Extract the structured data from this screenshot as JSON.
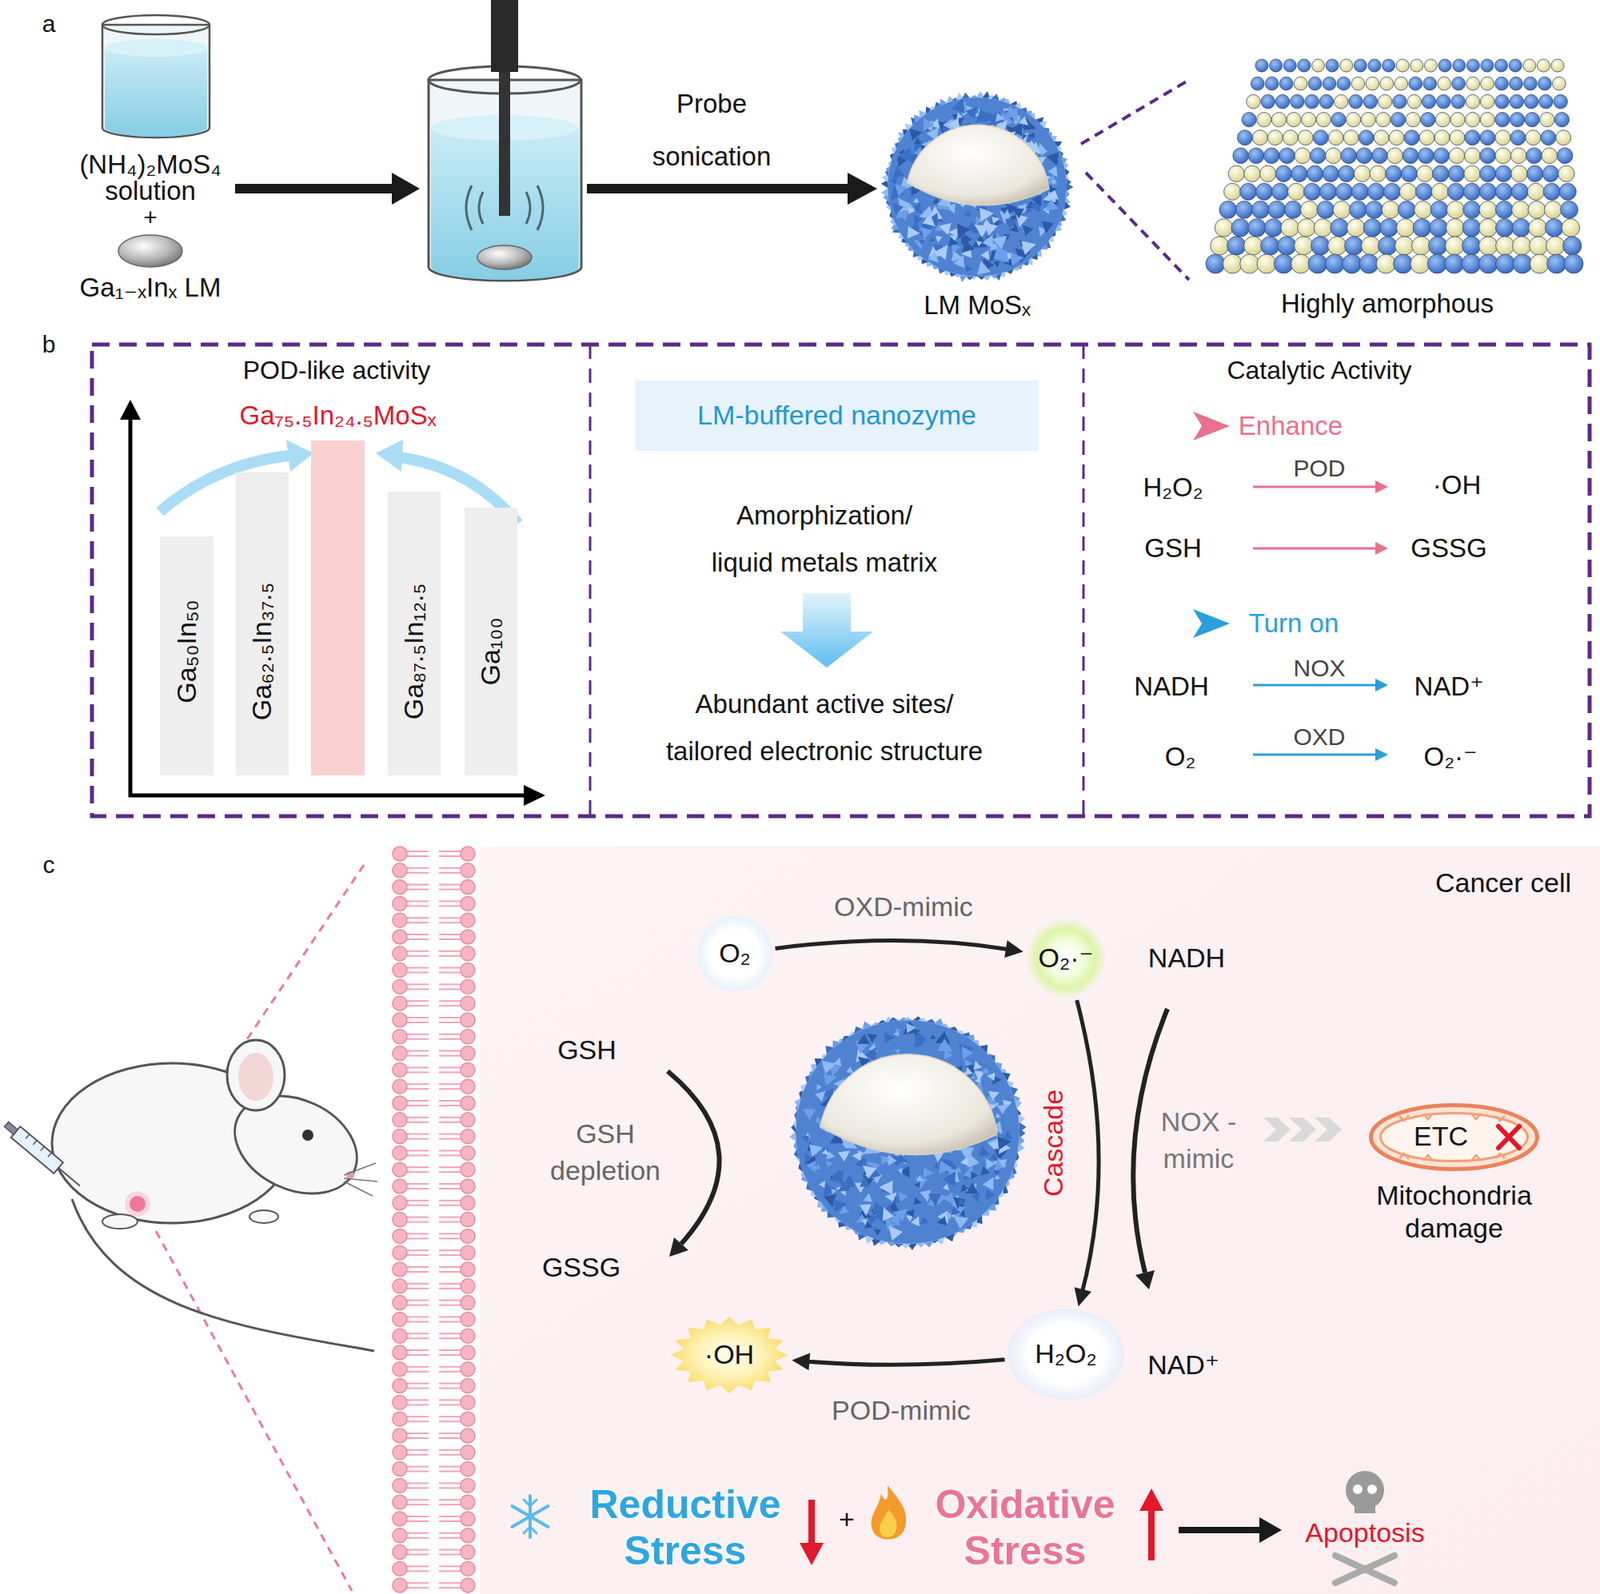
{
  "diagram": {
    "nodes": [
      {
        "text": [
          "Ga₅₀In₅₀"
        ]
      },
      {
        "text": [
          "Ga₆₂.₅In₃₇.₅"
        ]
      },
      {
        "text": [
          "Ga₇₅.₅In₂₄.₅MoSₓ"
        ]
      },
      {
        "text": [
          "Ga₈₇.₅In₁₂.₅"
        ]
      },
      {
        "text": [
          "Ga₁₀₀"
        ]
      },
      {
        "text": [
          "LM-buffered nanozyme"
        ]
      },
      {
        "text": [
          "Cancer cell"
        ]
      },
      {
        "text": [
          "O₂"
        ],
        "in": 6
      },
      {
        "text": [
          "O₂·⁻"
        ],
        "in": 6
      },
      {
        "text": [
          "ETC",
          "Mitochondria damage"
        ],
        "in": 6
      },
      {
        "text": [
          "·OH"
        ],
        "in": 6
      },
      {
        "text": [
          "H₂O₂"
        ],
        "in": 6
      }
    ],
    "edges": [
      {
        "from": 7,
        "to": 8,
        "label": "OXD-mimic",
        "arrow": "to"
      },
      {
        "from": 8,
        "to": 11,
        "label": "Cascade",
        "arrow": "to"
      },
      {
        "from": 11,
        "to": 10,
        "label": "POD-mimic",
        "arrow": "to"
      }
    ],
    "labels": [
      "a",
      "(NH₄)₂MoS₄ solution",
      "+",
      "Ga₁₋ₓInₓ LM",
      "Probe sonication",
      "LM MoSₓ",
      "Highly amorphous",
      "b",
      "POD-like activity",
      "Amorphization/ liquid metals matrix",
      "Abundant active sites/ tailored electronic structure",
      "Catalytic Activity",
      "Enhance",
      "H₂O₂",
      "POD",
      "·OH",
      "GSH",
      "GSSG",
      "Turn on",
      "NADH",
      "NOX",
      "NAD⁺",
      "O₂",
      "OXD",
      "O₂·⁻",
      "c",
      "NADH",
      "GSH",
      "GSH depletion",
      "GSSG",
      "NOX -mimic",
      "NAD⁺",
      "Reductive Stress",
      "+",
      "Oxidative Stress",
      "Apoptosis"
    ]
  }
}
